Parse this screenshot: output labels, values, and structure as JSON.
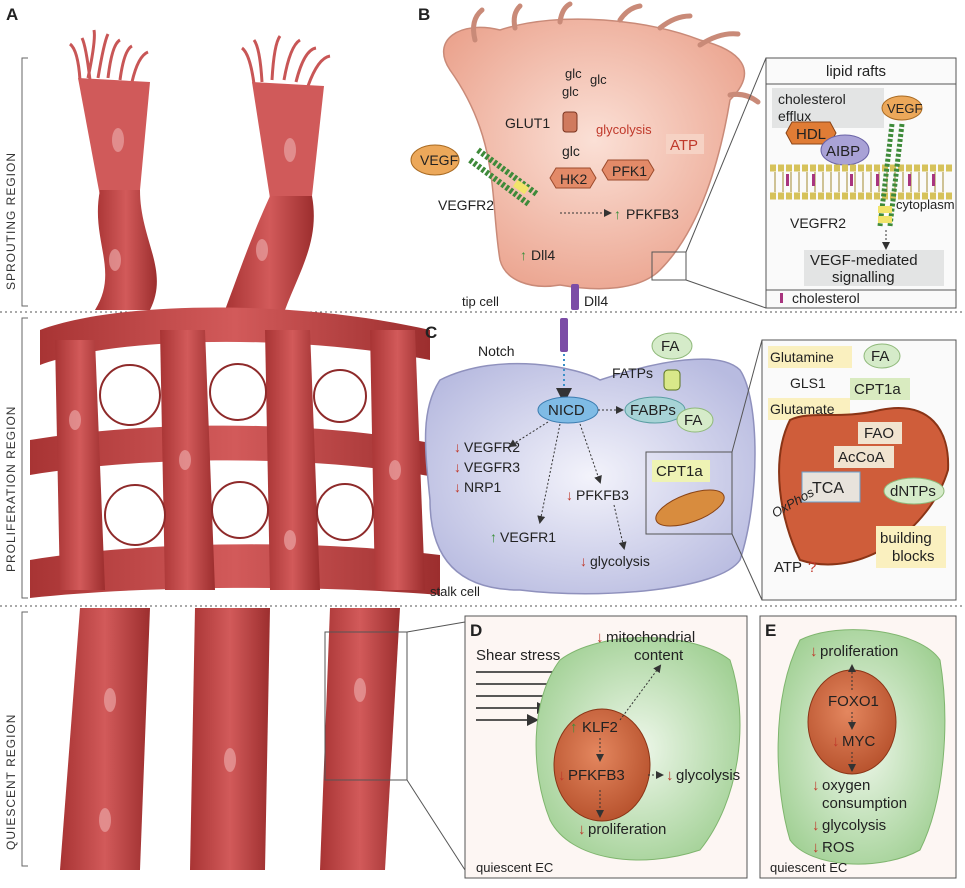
{
  "panels": {
    "A": "A",
    "B": "B",
    "C": "C",
    "D": "D",
    "E": "E"
  },
  "regions": {
    "sprouting": "SPROUTING REGION",
    "proliferation": "PROLIFERATION REGION",
    "quiescent": "QUIESCENT REGION"
  },
  "panel_b": {
    "glc_top_left": "glc",
    "glc_top_right": "glc",
    "glc_mid": "glc",
    "glut1": "GLUT1",
    "glycolysis": "glycolysis",
    "glc": "glc",
    "pfk1": "PFK1",
    "atp": "ATP",
    "hk2": "HK2",
    "vegf": "VEGF",
    "vegfr2": "VEGFR2",
    "pfkfb3": "PFKFB3",
    "dll4": "Dll4",
    "tip_cell": "tip cell",
    "dll4_bottom": "Dll4",
    "inset": {
      "title": "lipid rafts",
      "cholesterol_line1": "cholesterol",
      "cholesterol_line2": "efflux",
      "vegf": "VEGF",
      "hdl": "HDL",
      "aibp": "AIBP",
      "cytoplasm": "cytoplasm",
      "vegfr2": "VEGFR2",
      "signalling_line1": "VEGF-mediated",
      "signalling_line2": "signalling",
      "legend": "cholesterol"
    }
  },
  "panel_c": {
    "notch": "Notch",
    "fa": "FA",
    "fatps": "FATPs",
    "nicd": "NICD",
    "fabps": "FABPs",
    "fa_inner": "FA",
    "vegfr2": "VEGFR2",
    "vegfr3": "VEGFR3",
    "nrp1": "NRP1",
    "pfkfb3": "PFKFB3",
    "cpt1a": "CPT1a",
    "vegfr1": "VEGFR1",
    "glycolysis": "glycolysis",
    "stalk_cell": "stalk cell",
    "inset": {
      "glutamine": "Glutamine",
      "fa": "FA",
      "gls1": "GLS1",
      "cpt1a": "CPT1a",
      "glutamate": "Glutamate",
      "fao": "FAO",
      "accoa": "AcCoA",
      "tca": "TCA",
      "dntps": "dNTPs",
      "oxphos": "OxPhos",
      "building_line1": "building",
      "building_line2": "blocks",
      "atp": "ATP",
      "atp_q": "?"
    }
  },
  "panel_d": {
    "shear_stress": "Shear stress",
    "mito_line1": "mitochondrial",
    "mito_line2": "content",
    "klf2": "KLF2",
    "pfkfb3": "PFKFB3",
    "glycolysis": "glycolysis",
    "proliferation": "proliferation",
    "caption": "quiescent EC"
  },
  "panel_e": {
    "proliferation": "proliferation",
    "foxo1": "FOXO1",
    "myc": "MYC",
    "oxygen_line1": "oxygen",
    "oxygen_line2": "consumption",
    "glycolysis": "glycolysis",
    "ros": "ROS",
    "caption": "quiescent EC"
  },
  "colors": {
    "vessel": "#c94a4a",
    "vessel_dark": "#8e2a2a",
    "tip_cell": "#f3c2b2",
    "stalk_cell": "#c9cbe6",
    "quiescent_cell": "#b9dcae",
    "nucleus": "#c8643e",
    "up_arrow": "#3a8f3a",
    "down_arrow": "#c0392b"
  }
}
